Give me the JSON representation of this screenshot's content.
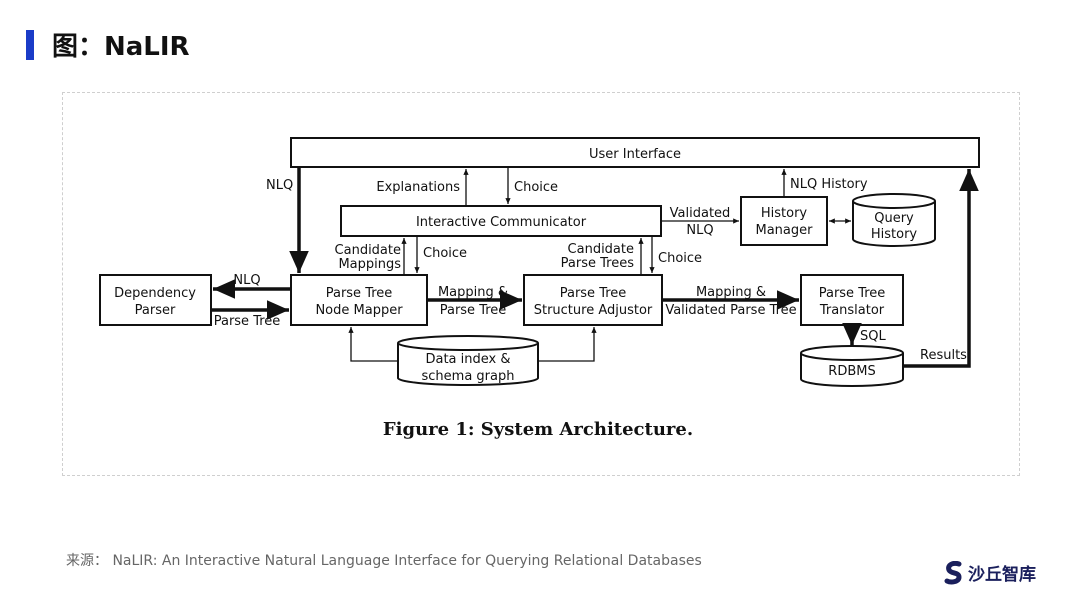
{
  "title": "图：NaLIR",
  "diagram": {
    "user_interface": "User Interface",
    "interactive_communicator": "Interactive Communicator",
    "history_manager": [
      "History",
      "Manager"
    ],
    "query_history": [
      "Query",
      "History"
    ],
    "dependency_parser": [
      "Dependency",
      "Parser"
    ],
    "parse_tree_node_mapper": [
      "Parse Tree",
      "Node Mapper"
    ],
    "parse_tree_structure_adjustor": [
      "Parse Tree",
      "Structure Adjustor"
    ],
    "parse_tree_translator": [
      "Parse Tree",
      "Translator"
    ],
    "data_index": [
      "Data index &",
      "schema graph"
    ],
    "rdbms": "RDBMS",
    "labels": {
      "nlq_left": "NLQ",
      "explanations": "Explanations",
      "choice_top": "Choice",
      "validated_nlq": [
        "Validated",
        "NLQ"
      ],
      "nlq_history": "NLQ History",
      "candidate_mappings": [
        "Candidate",
        "Mappings"
      ],
      "choice_mid": "Choice",
      "candidate_parse_trees": [
        "Candidate",
        "Parse Trees"
      ],
      "choice_right": "Choice",
      "nlq_dep": "NLQ",
      "parse_tree_dep": "Parse Tree",
      "mapping_parse_tree": [
        "Mapping &",
        "Parse Tree"
      ],
      "mapping_validated": [
        "Mapping &",
        "Validated Parse Tree"
      ],
      "sql": "SQL",
      "results": "Results"
    },
    "caption": "Figure 1:  System Architecture."
  },
  "source": "来源： NaLIR: An Interactive Natural Language Interface for Querying Relational Databases",
  "brand": {
    "name": "沙丘智库",
    "logo_icon": "s-logo-icon",
    "color": "#1a1f5c"
  },
  "accent_color": "#1a3cc8"
}
